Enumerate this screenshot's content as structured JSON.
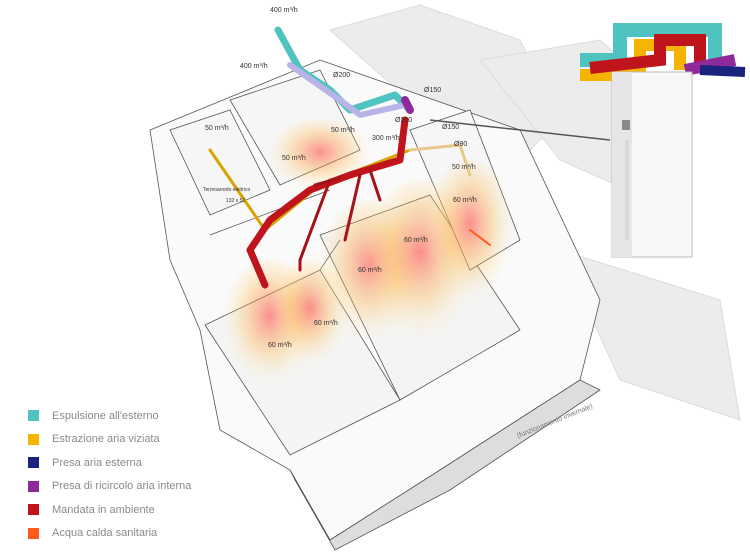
{
  "legend": [
    {
      "label": "Espulsione all'esterno",
      "color": "#4fc3c0"
    },
    {
      "label": "Estrazione aria viziata",
      "color": "#f4b400"
    },
    {
      "label": "Presa aria esterna",
      "color": "#1a237e"
    },
    {
      "label": "Presa di ricircolo aria interna",
      "color": "#8e2a9a"
    },
    {
      "label": "Mandata in ambiente",
      "color": "#c0141c"
    },
    {
      "label": "Acqua calda sanitaria",
      "color": "#ff5a1a"
    }
  ],
  "labels": {
    "exhaust_flow": "400 m³/h",
    "intake_flow": "400 m³/h",
    "duct_200_a": "Ø200",
    "duct_150_a": "Ø150",
    "duct_200_b": "Ø200",
    "duct_150_b": "Ø150",
    "recirc_flow": "300 m³/h",
    "duct_90": "Ø90",
    "bath_flow": "50 m³/h",
    "room1_flow": "50 m³/h",
    "room2_flow": "50 m³/h",
    "kitchen_extract_flow": "50 m³/h",
    "kitchen_flow": "60 m³/h",
    "living_flow_a": "60 m³/h",
    "living_flow_b": "60 m³/h",
    "bedroom_flow_a": "60 m³/h",
    "bedroom_flow_b": "60 m³/h",
    "towel_heater": "Termoarredo elettrico",
    "towel_heater_size": "132 x 52",
    "mode_note": "(funzionamento invernale)"
  }
}
